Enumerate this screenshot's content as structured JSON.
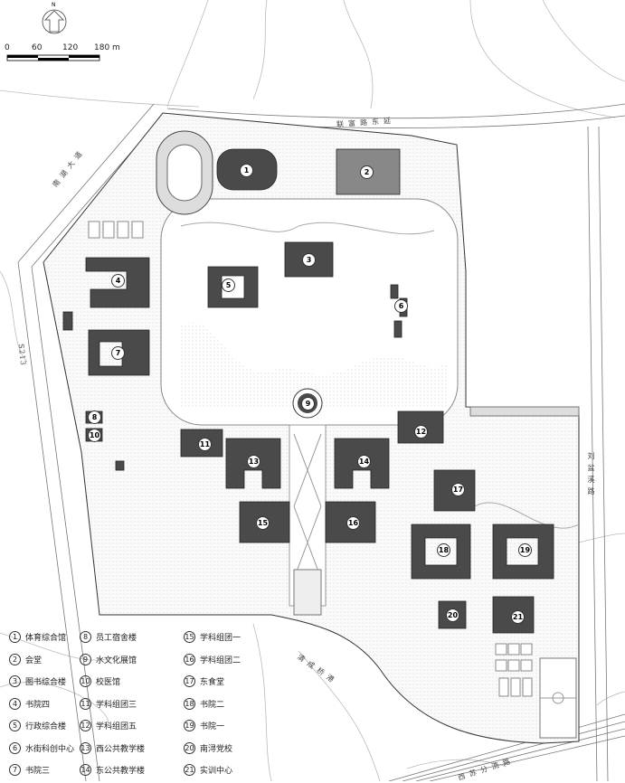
{
  "north_label": "N",
  "scale": {
    "ticks": [
      "0",
      "60",
      "120",
      "180 m"
    ]
  },
  "roads": {
    "north": "联富路东延",
    "northwest": "南湖大道",
    "west": "S213",
    "east": "刘盆溪路",
    "southwest": "清成桥港",
    "south": "西苏分流路"
  },
  "buildings": [
    {
      "n": "1",
      "name": "体育综合馆"
    },
    {
      "n": "2",
      "name": "会堂"
    },
    {
      "n": "3",
      "name": "图书综合楼"
    },
    {
      "n": "4",
      "name": "书院四"
    },
    {
      "n": "5",
      "name": "行政综合楼"
    },
    {
      "n": "6",
      "name": "水街科创中心"
    },
    {
      "n": "7",
      "name": "书院三"
    },
    {
      "n": "8",
      "name": "员工宿舍楼"
    },
    {
      "n": "9",
      "name": "水文化展馆"
    },
    {
      "n": "10",
      "name": "校医馆"
    },
    {
      "n": "11",
      "name": "学科组团三"
    },
    {
      "n": "12",
      "name": "学科组团五"
    },
    {
      "n": "13",
      "name": "西公共教学楼"
    },
    {
      "n": "14",
      "name": "东公共教学楼"
    },
    {
      "n": "15",
      "name": "学科组团一"
    },
    {
      "n": "16",
      "name": "学科组团二"
    },
    {
      "n": "17",
      "name": "东食堂"
    },
    {
      "n": "18",
      "name": "书院二"
    },
    {
      "n": "19",
      "name": "书院一"
    },
    {
      "n": "20",
      "name": "南浔党校"
    },
    {
      "n": "21",
      "name": "实训中心"
    }
  ],
  "colors": {
    "building": "#4a4a4a",
    "line": "#888888",
    "green": "#f4f4f4"
  }
}
